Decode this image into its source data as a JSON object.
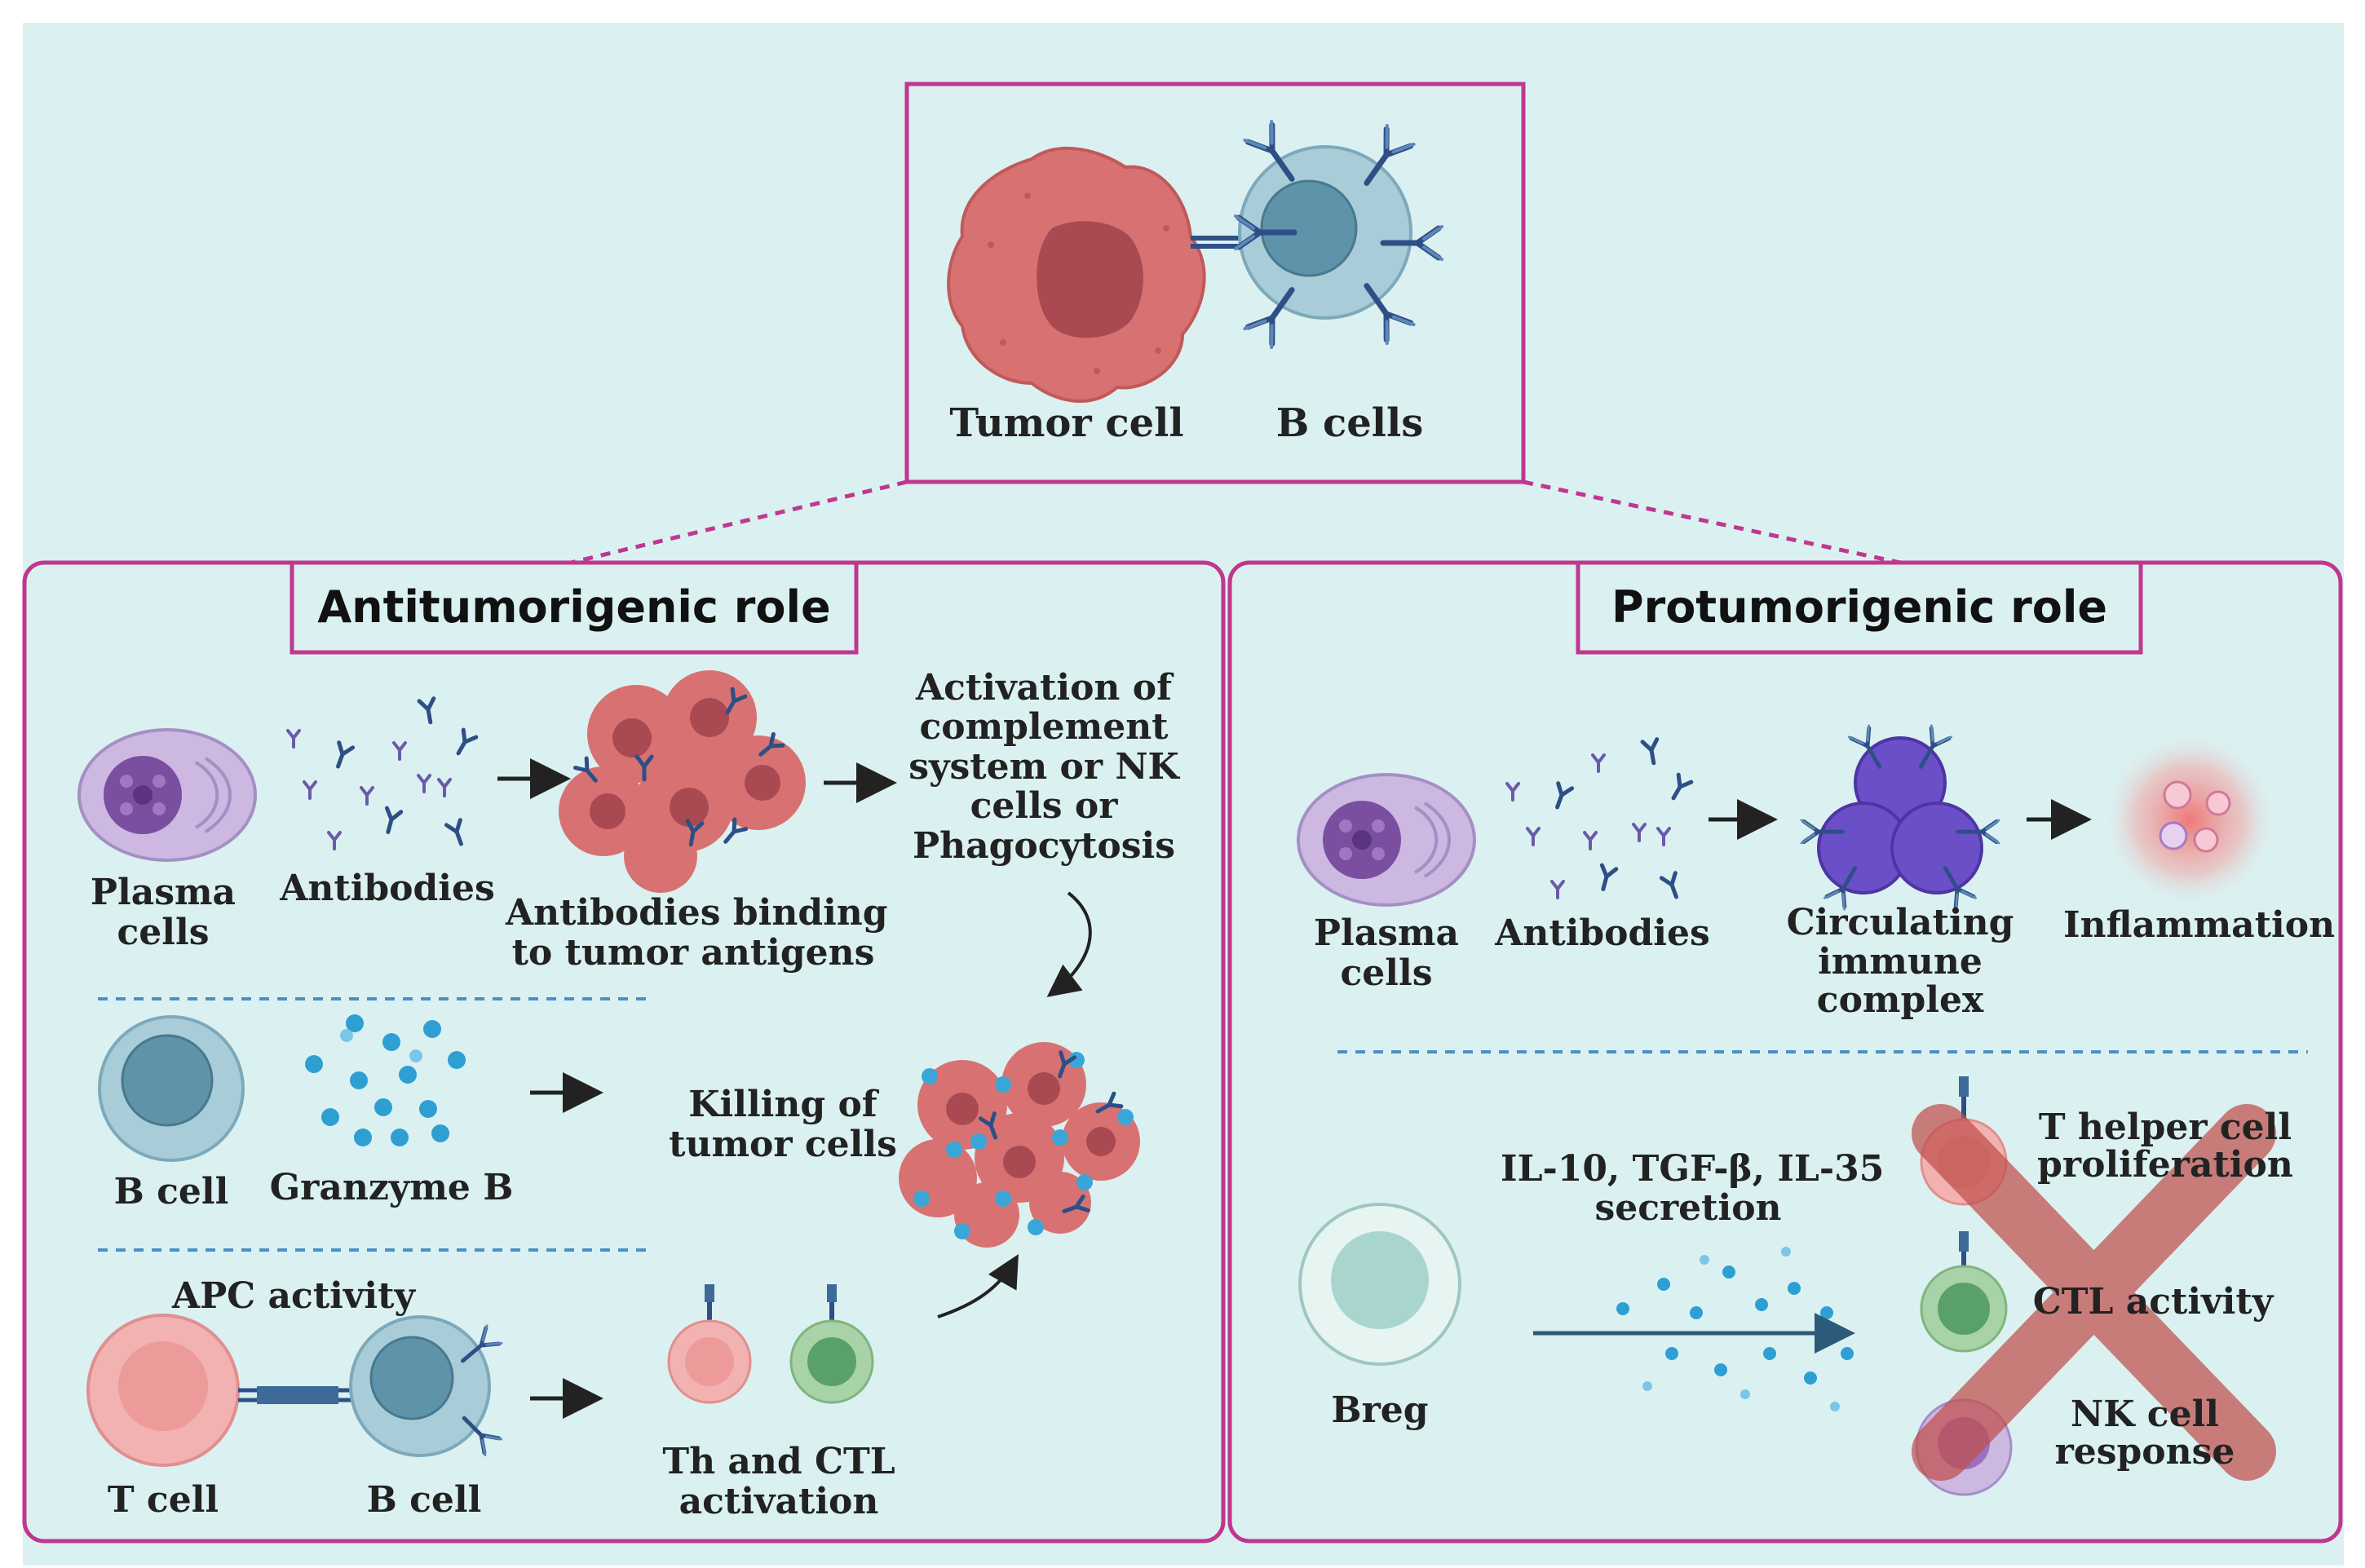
{
  "top": {
    "tumor_cell": "Tumor cell",
    "b_cells": "B cells"
  },
  "anti": {
    "title": "Antitumorigenic role",
    "plasma_cells": [
      "Plasma",
      "cells"
    ],
    "antibodies": "Antibodies",
    "binding": [
      "Antibodies binding",
      "to tumor antigens"
    ],
    "activation": [
      "Activation of",
      "complement",
      "system or NK",
      "cells or",
      "Phagocytosis"
    ],
    "b_cell": "B cell",
    "granzyme": "Granzyme B",
    "killing": [
      "Killing of",
      "tumor cells"
    ],
    "apc_activity": "APC activity",
    "t_cell": "T cell",
    "b_cell_2": "B cell",
    "th_ctl": [
      "Th and CTL",
      "activation"
    ]
  },
  "pro": {
    "title": "Protumorigenic role",
    "plasma_cells": [
      "Plasma",
      "cells"
    ],
    "antibodies": "Antibodies",
    "complex": [
      "Circulating",
      "immune",
      "complex"
    ],
    "inflammation": "Inflammation",
    "secretion": [
      "IL-10, TGF-β, IL-35",
      "secretion"
    ],
    "breg": "Breg",
    "t_helper": [
      "T helper cell",
      "proliferation"
    ],
    "ctl_activity": "CTL activity",
    "nk_response": [
      "NK cell",
      "response"
    ]
  },
  "colors": {
    "background": "#dbf1f1",
    "frame": "#c0378f",
    "tumor": "#d87272",
    "bcell": "#a9cdd8",
    "plasma": "#cdb8e2",
    "antibody": "#2e4f86",
    "granzyme": "#2e9fd2",
    "cross": "#c0504d"
  }
}
